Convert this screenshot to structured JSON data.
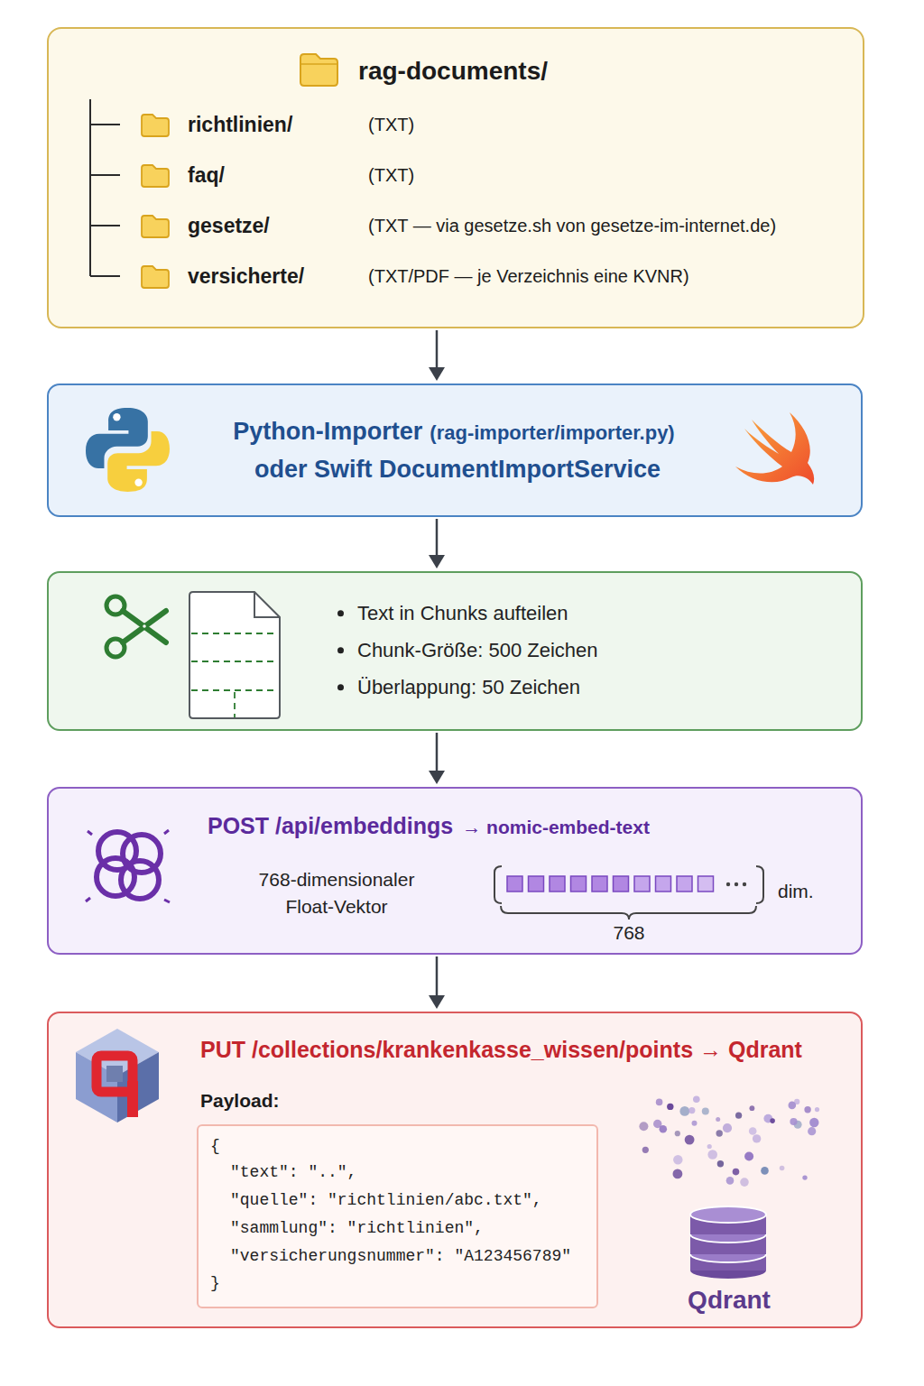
{
  "diagram": {
    "nodes": [
      {
        "text": [
          "rag-documents/",
          "richtlinien/",
          "(TXT)",
          "faq/",
          "(TXT)",
          "gesetze/",
          "(TXT — via gesetze.sh von gesetze-im-internet.de)",
          "versicherte/",
          "(TXT/PDF — je Verzeichnis eine KVNR)"
        ]
      },
      {
        "text": [
          "Python-Importer",
          "(rag-importer/importer.py)",
          "oder Swift DocumentImportService"
        ]
      },
      {
        "text": [
          "Text in Chunks aufteilen",
          "Chunk-Größe: 500 Zeichen",
          "Überlappung: 50 Zeichen"
        ]
      },
      {
        "text": [
          "POST /api/embeddings",
          "→ nomic-embed-text",
          "768-dimensionaler Float-Vektor",
          "768",
          "dim."
        ]
      },
      {
        "text": [
          "PUT /collections/krankenkasse_wissen/points → Qdrant",
          "Payload:",
          "Qdrant"
        ]
      },
      {
        "text": [
          "{",
          "\"text\": \"..\",",
          "\"quelle\": \"richtlinien/abc.txt\",",
          "\"sammlung\": \"richtlinien\",",
          "\"versicherungsnummer\": \"A123456789\"",
          "}"
        ],
        "in": 4
      }
    ],
    "edges": [
      {
        "from": 0,
        "to": 1,
        "arrow": "to"
      },
      {
        "from": 1,
        "to": 2,
        "arrow": "to"
      },
      {
        "from": 2,
        "to": 3,
        "arrow": "to"
      },
      {
        "from": 3,
        "to": 4,
        "arrow": "to"
      }
    ]
  }
}
